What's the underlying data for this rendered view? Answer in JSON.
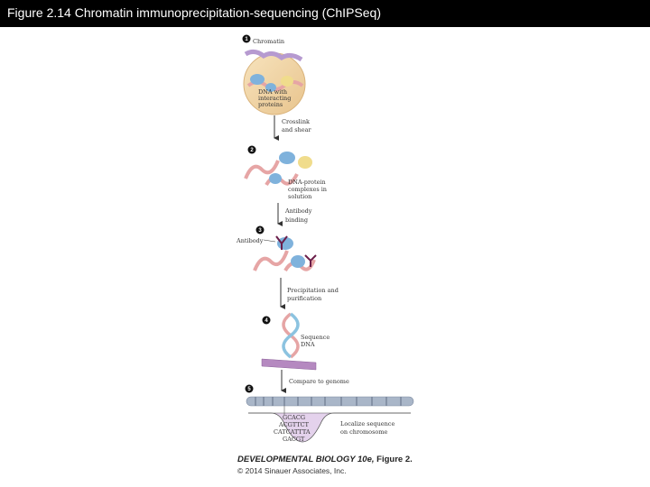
{
  "header": {
    "title": "Figure 2.14  Chromatin immunoprecipitation-sequencing (ChIPSeq)"
  },
  "steps": [
    {
      "number": "1",
      "labels": [
        "Chromatin",
        "DNA with",
        "interacting",
        "proteins"
      ]
    },
    {
      "number": "2",
      "labels": [
        "DNA-protein",
        "complexes in",
        "solution"
      ]
    },
    {
      "number": "3",
      "labels": [
        "Antibody"
      ]
    },
    {
      "number": "4",
      "labels": [
        "Sequence",
        "DNA"
      ]
    },
    {
      "number": "5",
      "labels": [
        "Localize sequence",
        "on chromosome"
      ]
    }
  ],
  "arrows": [
    [
      "Crosslink",
      "and shear"
    ],
    [
      "Antibody",
      "binding"
    ],
    [
      "Precipitation and",
      "purification"
    ],
    [
      "Compare to genome"
    ]
  ],
  "sequences": [
    "GCACG",
    "ACGTTCT",
    "CATCATTTA",
    "GACGT"
  ],
  "credit": {
    "book": "DEVELOPMENTAL BIOLOGY 10e,",
    "figure": "Figure 2.",
    "copyright": "© 2014 Sinauer Associates, Inc."
  },
  "colors": {
    "header_bg": "#000000",
    "nucleus": "#f2d6a6",
    "protein_blue": "#7fb2dc",
    "protein_yellow": "#f0dc8c",
    "dna_pink": "#e6a5a5",
    "antibody": "#6b1e4a",
    "chromosome": "#a9b6c8",
    "peak": "#c9a5d6"
  }
}
